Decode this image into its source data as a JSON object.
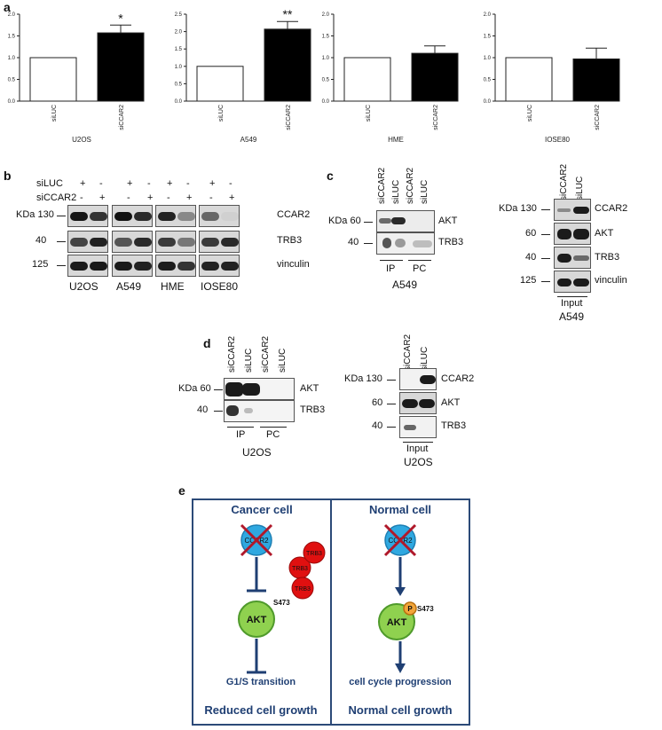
{
  "panels": {
    "a": "a",
    "b": "b",
    "c": "c",
    "d": "d",
    "e": "e"
  },
  "panel_a": {
    "chart_data": [
      {
        "type": "bar",
        "categories": [
          "siLUC",
          "siCCAR2"
        ],
        "values": [
          1.0,
          1.57
        ],
        "errors": [
          0,
          0.18
        ],
        "ylim": [
          0,
          2.0
        ],
        "yticks": [
          "0.0",
          "0.5",
          "1.0",
          "1.5",
          "2.0"
        ],
        "significance": "*",
        "xlabel": "U2OS",
        "colors": [
          "#ffffff",
          "#000000"
        ]
      },
      {
        "type": "bar",
        "categories": [
          "siLUC",
          "siCCAR2"
        ],
        "values": [
          1.0,
          2.07
        ],
        "errors": [
          0,
          0.22
        ],
        "ylim": [
          0,
          2.5
        ],
        "yticks": [
          "0.0",
          "0.5",
          "1.0",
          "1.5",
          "2.0",
          "2.5"
        ],
        "significance": "**",
        "xlabel": "A549",
        "colors": [
          "#ffffff",
          "#000000"
        ]
      },
      {
        "type": "bar",
        "categories": [
          "siLUC",
          "siCCAR2"
        ],
        "values": [
          1.0,
          1.1
        ],
        "errors": [
          0,
          0.17
        ],
        "ylim": [
          0,
          2.0
        ],
        "yticks": [
          "0.0",
          "0.5",
          "1.0",
          "1.5",
          "2.0"
        ],
        "significance": "",
        "xlabel": "HME",
        "colors": [
          "#ffffff",
          "#000000"
        ]
      },
      {
        "type": "bar",
        "categories": [
          "siLUC",
          "siCCAR2"
        ],
        "values": [
          1.0,
          0.97
        ],
        "errors": [
          0,
          0.25
        ],
        "ylim": [
          0,
          2.0
        ],
        "yticks": [
          "0.0",
          "0.5",
          "1.0",
          "1.5",
          "2.0"
        ],
        "significance": "",
        "xlabel": "IOSE80",
        "colors": [
          "#ffffff",
          "#000000"
        ]
      }
    ]
  },
  "panel_b": {
    "row_labels": [
      "siLUC",
      "siCCAR2"
    ],
    "signs": [
      "+",
      "-",
      "+",
      "-",
      "+",
      "-",
      "+",
      "-",
      "-",
      "+",
      "-",
      "+",
      "-",
      "+",
      "-",
      "+"
    ],
    "mw": [
      "KDa 130",
      "40",
      "125"
    ],
    "proteins": [
      "CCAR2",
      "TRB3",
      "vinculin"
    ],
    "cells": [
      "U2OS",
      "A549",
      "HME",
      "IOSE80"
    ]
  },
  "panel_c": {
    "lanes": [
      "siCCAR2",
      "siLUC",
      "siCCAR2",
      "siLUC"
    ],
    "mw": [
      "KDa 60",
      "40"
    ],
    "proteins": [
      "AKT",
      "TRB3"
    ],
    "groups": [
      "IP",
      "PC"
    ],
    "cell": "A549",
    "input_lanes": [
      "siCCAR2",
      "siLUC"
    ],
    "input_mw": [
      "KDa 130",
      "60",
      "40",
      "125"
    ],
    "input_proteins": [
      "CCAR2",
      "AKT",
      "TRB3",
      "vinculin"
    ],
    "input_label": "Input",
    "input_cell": "A549"
  },
  "panel_d": {
    "lanes": [
      "siCCAR2",
      "siLUC",
      "siCCAR2",
      "siLUC"
    ],
    "mw": [
      "KDa 60",
      "40"
    ],
    "proteins": [
      "AKT",
      "TRB3"
    ],
    "groups": [
      "IP",
      "PC"
    ],
    "cell": "U2OS",
    "input_lanes": [
      "siCCAR2",
      "siLUC"
    ],
    "input_mw": [
      "KDa 130",
      "60",
      "40"
    ],
    "input_proteins": [
      "CCAR2",
      "AKT",
      "TRB3"
    ],
    "input_label": "Input",
    "input_cell": "U2OS"
  },
  "panel_e": {
    "left": {
      "title": "Cancer cell",
      "ccar2": "CCAR2",
      "trb3": "TRB3",
      "akt": "AKT",
      "site": "S473",
      "outcome": "G1/S transition",
      "result": "Reduced cell growth"
    },
    "right": {
      "title": "Normal cell",
      "ccar2": "CCAR2",
      "akt": "AKT",
      "phospho": "P",
      "site": "S473",
      "outcome": "cell cycle progression",
      "result": "Normal cell growth"
    },
    "colors": {
      "frame": "#2c4a78",
      "title": "#1f3f73",
      "ccar2": "#2fa8e0",
      "trb3": "#e01010",
      "akt": "#8fd14f",
      "phospho": "#f2a53a",
      "cross": "#b0182a"
    }
  }
}
